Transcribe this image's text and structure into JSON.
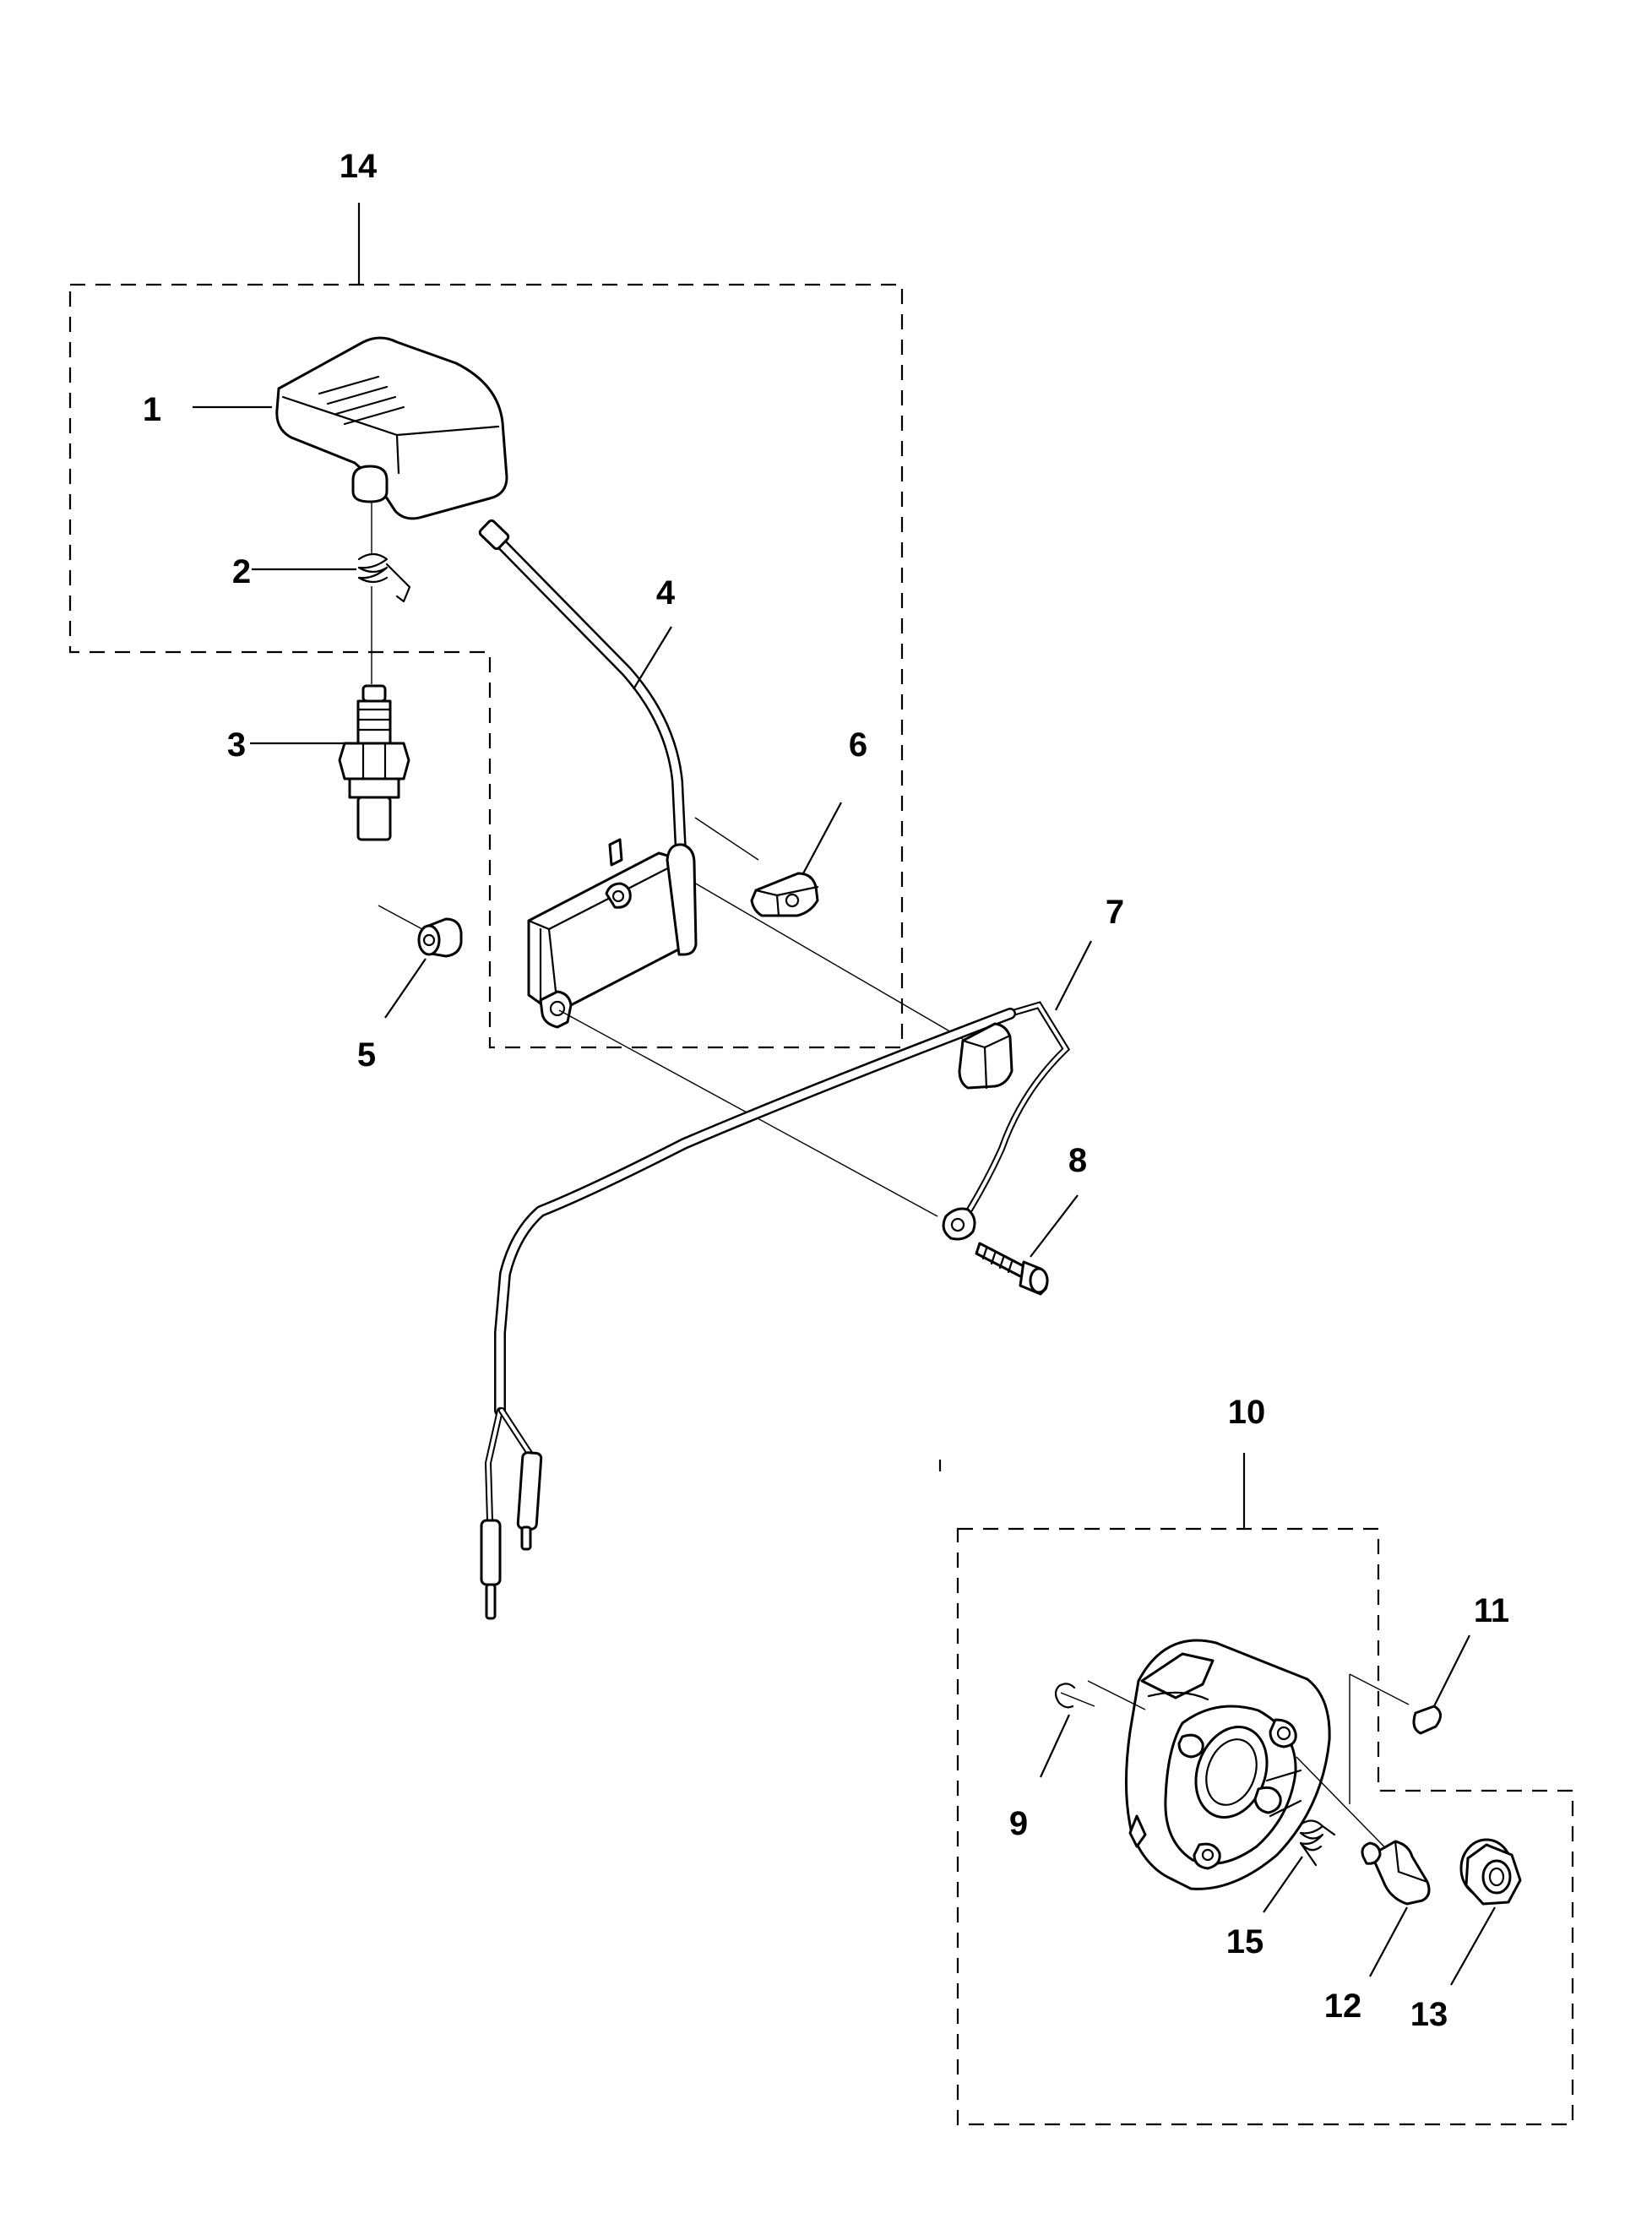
{
  "diagram": {
    "callouts": [
      {
        "id": "14",
        "label": "14"
      },
      {
        "id": "1",
        "label": "1"
      },
      {
        "id": "2",
        "label": "2"
      },
      {
        "id": "3",
        "label": "3"
      },
      {
        "id": "4",
        "label": "4"
      },
      {
        "id": "5",
        "label": "5"
      },
      {
        "id": "6",
        "label": "6"
      },
      {
        "id": "7",
        "label": "7"
      },
      {
        "id": "8",
        "label": "8"
      },
      {
        "id": "10",
        "label": "10"
      },
      {
        "id": "11",
        "label": "11"
      },
      {
        "id": "9",
        "label": "9"
      },
      {
        "id": "15",
        "label": "15"
      },
      {
        "id": "12",
        "label": "12"
      },
      {
        "id": "13",
        "label": "13"
      }
    ],
    "parts": [
      {
        "ref": "1",
        "name": "spark-plug-cap"
      },
      {
        "ref": "2",
        "name": "spring"
      },
      {
        "ref": "3",
        "name": "spark-plug"
      },
      {
        "ref": "4",
        "name": "ignition-lead"
      },
      {
        "ref": "5",
        "name": "spacer"
      },
      {
        "ref": "6",
        "name": "grommet"
      },
      {
        "ref": "7",
        "name": "cable-harness"
      },
      {
        "ref": "8",
        "name": "screw"
      },
      {
        "ref": "9",
        "name": "circlip"
      },
      {
        "ref": "10",
        "name": "flywheel-assembly"
      },
      {
        "ref": "11",
        "name": "key"
      },
      {
        "ref": "12",
        "name": "pawl"
      },
      {
        "ref": "13",
        "name": "nut"
      },
      {
        "ref": "14",
        "name": "ignition-assembly"
      },
      {
        "ref": "15",
        "name": "pawl-spring"
      }
    ]
  }
}
